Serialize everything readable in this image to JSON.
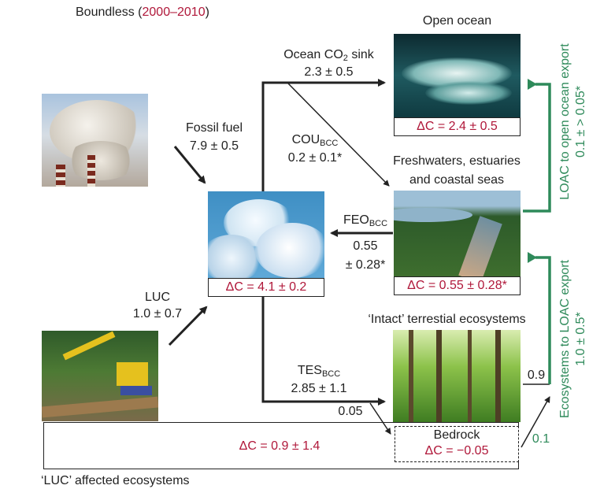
{
  "title": {
    "prefix": "Boundless (",
    "period": "2000–2010",
    "suffix": ")"
  },
  "nodes": {
    "open_ocean": {
      "label": "Open ocean",
      "delta": "ΔC = 2.4 ± 0.5"
    },
    "freshwaters": {
      "label_line1": "Freshwaters, estuaries",
      "label_line2": "and coastal seas",
      "delta": "ΔC = 0.55 ± 0.28*"
    },
    "atmosphere": {
      "delta": "ΔC = 4.1 ± 0.2"
    },
    "intact": {
      "label": "‘Intact’ terrestial ecosystems"
    },
    "bedrock": {
      "label": "Bedrock",
      "delta": "ΔC = −0.05"
    },
    "luc_affected": {
      "label": "‘LUC’ affected ecosystems",
      "delta": "ΔC = 0.9 ± 1.4"
    }
  },
  "fluxes": {
    "ocean_sink": {
      "label_main": "Ocean CO",
      "label_sub": "2",
      "label_tail": " sink",
      "value": "2.3 ± 0.5"
    },
    "fossil": {
      "label": "Fossil fuel",
      "value": "7.9 ± 0.5"
    },
    "cou": {
      "label_main": "COU",
      "label_sub": "BCC",
      "value": "0.2 ± 0.1*"
    },
    "feo": {
      "label_main": "FEO",
      "label_sub": "BCC",
      "value1": "0.55",
      "value2": "± 0.28*"
    },
    "luc": {
      "label": "LUC",
      "value": "1.0 ± 0.7"
    },
    "tes": {
      "label_main": "TES",
      "label_sub": "BCC",
      "value": "2.85 ± 1.1"
    },
    "bedrock_in": {
      "value": "0.05"
    },
    "intact_out": {
      "value": "0.9"
    },
    "bedrock_out": {
      "value": "0.1"
    }
  },
  "side_labels": {
    "open_export": {
      "line1": "LOAC to open ocean export",
      "line2": "0.1 ± > 0.05*"
    },
    "eco_export": {
      "line1": "Ecosystems to LOAC export",
      "line2": "1.0 ± 0.5*"
    }
  },
  "colors": {
    "delta_red": "#b0183a",
    "green": "#2e8a5a",
    "arrow": "#222222"
  }
}
